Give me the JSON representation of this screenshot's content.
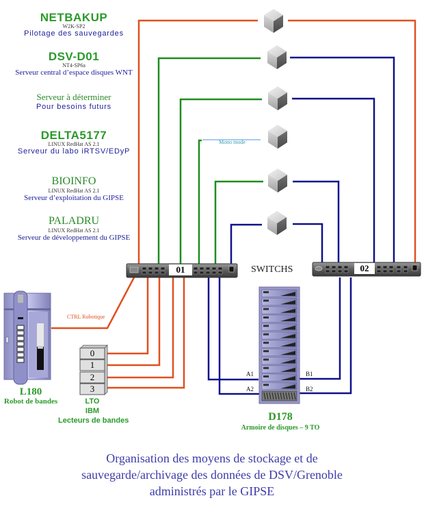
{
  "servers": [
    {
      "name": "NETBAKUP",
      "os": "W2K-SP2",
      "description": "Pilotage des sauvegardes"
    },
    {
      "name": "DSV-D01",
      "os": "NT4-SP6a",
      "description": "Serveur central d’espace disques WNT"
    },
    {
      "name": "Serveur à déterminer",
      "os": "",
      "description": "Pour besoins futurs"
    },
    {
      "name": "DELTA5177",
      "os": "LINUX RedHat AS 2.1",
      "description": "Serveur du labo iRTSV/EDyP"
    },
    {
      "name": "BIOINFO",
      "os": "LINUX RedHat AS 2.1",
      "description": "Serveur d’exploitation du GIPSE"
    },
    {
      "name": "PALADRU",
      "os": "LINUX RedHat AS 2.1",
      "description": "Serveur de développement du GIPSE"
    }
  ],
  "mono_mode_label": "Mono mode",
  "switches": {
    "label": "SWITCHS",
    "switch1": "01",
    "switch2": "02"
  },
  "robot": {
    "ctrl_label": "CTRL Robotique",
    "name": "L180",
    "description": "Robot de bandes"
  },
  "tape_drives": {
    "slots": [
      "0",
      "1",
      "2",
      "3"
    ],
    "type": "LTO",
    "vendor": "IBM",
    "description": "Lecteurs de bandes"
  },
  "disk_array": {
    "ports": [
      "A1",
      "A2",
      "B1",
      "B2"
    ],
    "name": "D178",
    "description": "Armoire de disques – 9 TO"
  },
  "caption": {
    "line1": "Organisation des moyens de stockage et de",
    "line2": "sauvegarde/archivage des données de DSV/Grenoble",
    "line3": "administrés par le GIPSE"
  },
  "colors": {
    "orange": "#e0501e",
    "green": "#1e8c1e",
    "blue": "#10108c",
    "light_blue": "#a8c8f0",
    "text_blue": "#1c1c9c",
    "text_green": "#2a9a2a"
  }
}
